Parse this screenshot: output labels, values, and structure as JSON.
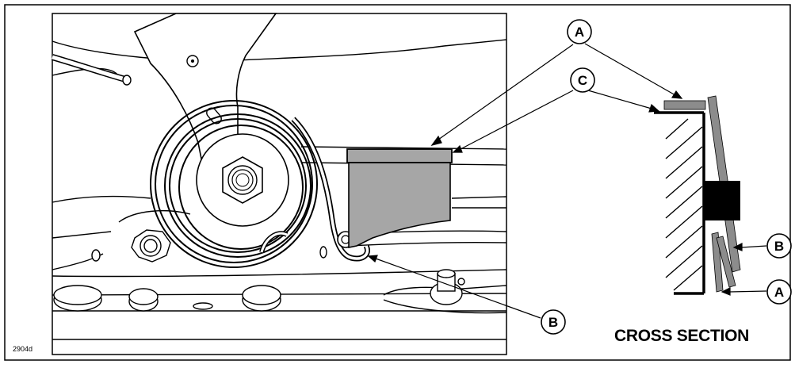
{
  "figure_id": "2904d",
  "cross_section_label": "CROSS SECTION",
  "callouts": {
    "a_top": "A",
    "c_top": "C",
    "b_main": "B",
    "b_cross": "B",
    "a_cross": "A"
  },
  "colors": {
    "shaded_part": "#a6a6a6",
    "gray_layer": "#8c8c8c",
    "line": "#000000",
    "background": "#ffffff"
  }
}
